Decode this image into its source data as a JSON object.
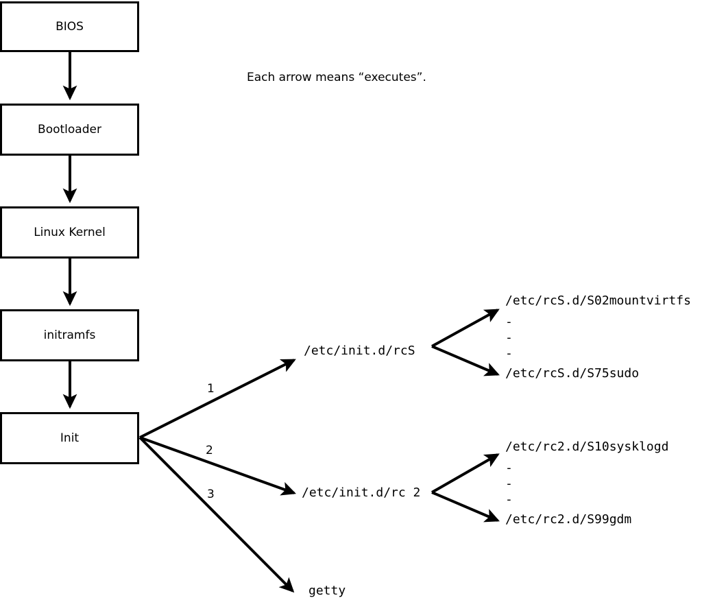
{
  "diagram": {
    "caption": "Each arrow means “executes”.",
    "boot_chain": [
      {
        "id": "bios",
        "label": "BIOS"
      },
      {
        "id": "bootloader",
        "label": "Bootloader"
      },
      {
        "id": "kernel",
        "label": "Linux Kernel"
      },
      {
        "id": "initramfs",
        "label": "initramfs"
      },
      {
        "id": "init",
        "label": "Init"
      }
    ],
    "init_branches": [
      {
        "number": "1",
        "target": "/etc/init.d/rcS"
      },
      {
        "number": "2",
        "target": "/etc/init.d/rc 2"
      },
      {
        "number": "3",
        "target": "getty"
      }
    ],
    "rcs_scripts": {
      "first": "/etc/rcS.d/S02mountvirtfs",
      "ellipsis": [
        "-",
        "-",
        "-"
      ],
      "last": "/etc/rcS.d/S75sudo"
    },
    "rc2_scripts": {
      "first": "/etc/rc2.d/S10sysklogd",
      "ellipsis": [
        "-",
        "-",
        "-"
      ],
      "last": "/etc/rc2.d/S99gdm"
    },
    "colors": {
      "stroke": "#000000",
      "background": "#ffffff",
      "text": "#000000"
    }
  }
}
